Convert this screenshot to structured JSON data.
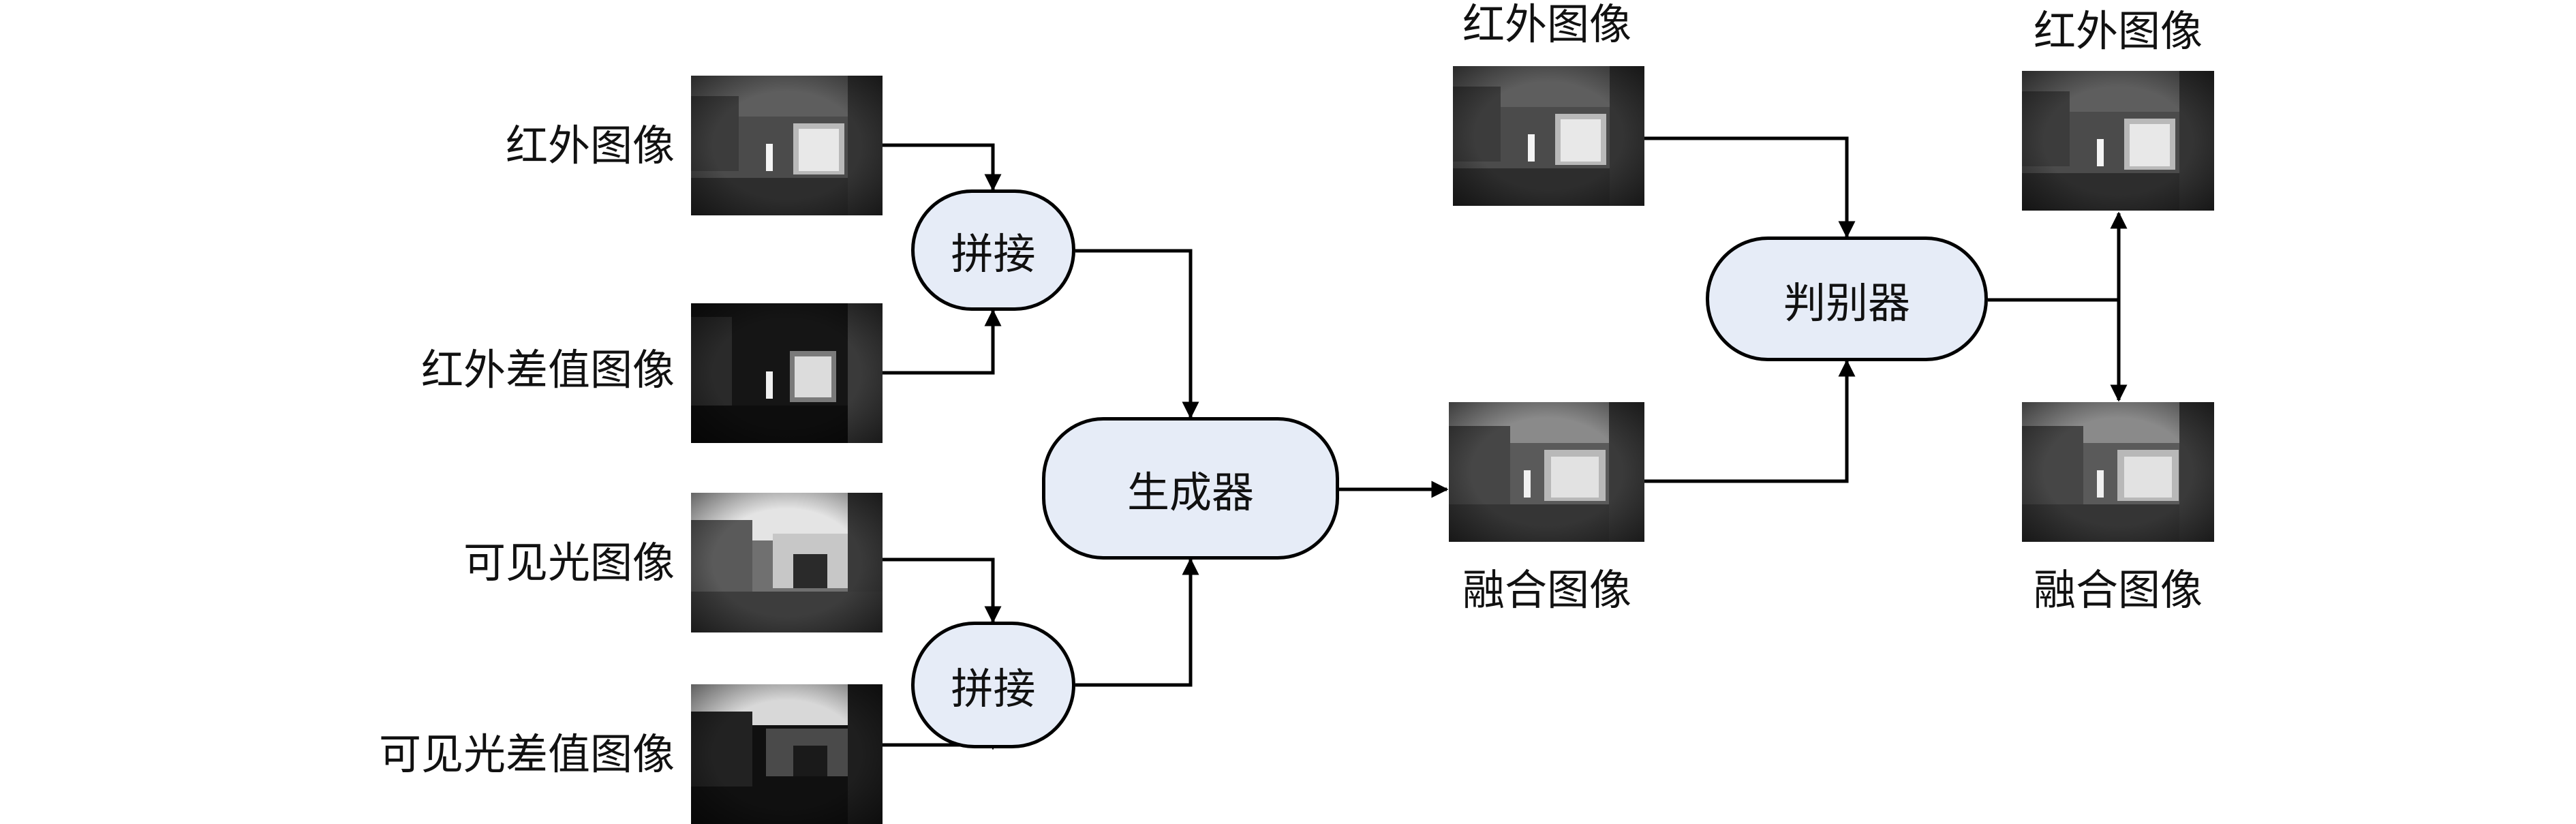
{
  "inputs": {
    "ir": "红外图像",
    "ir_diff": "红外差值图像",
    "vis": "可见光图像",
    "vis_diff": "可见光差值图像"
  },
  "nodes": {
    "concat_top": "拼接",
    "concat_bottom": "拼接",
    "generator": "生成器",
    "discriminator": "判别器"
  },
  "outputs": {
    "fused_label": "融合图像",
    "disc_ir_label": "红外图像",
    "result_ir_label": "红外图像",
    "result_fused_label": "融合图像"
  },
  "colors": {
    "node_fill": "#e6ecf7",
    "node_stroke": "#000000",
    "arrow": "#000000"
  }
}
